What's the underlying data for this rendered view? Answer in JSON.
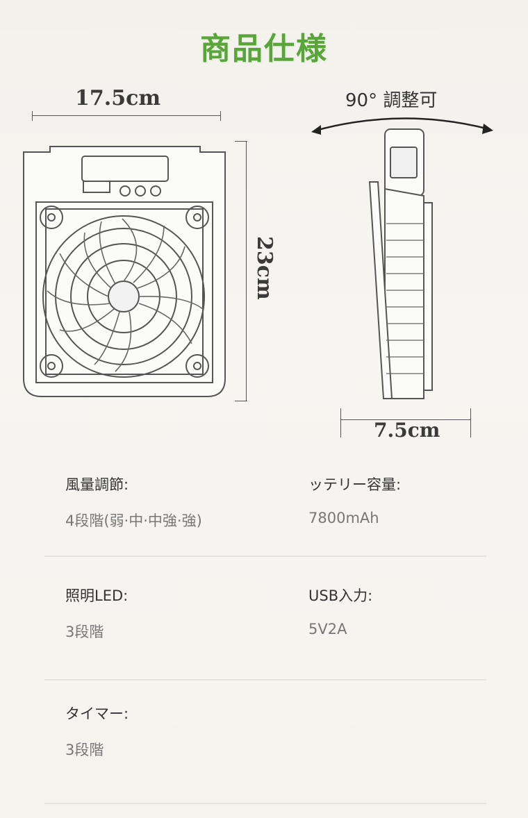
{
  "title": "商品仕様",
  "dimensions": {
    "width": "17.5cm",
    "height": "23cm",
    "depth": "7.5cm",
    "angle": "90°  調整可"
  },
  "specs": [
    {
      "label": "風量調節:",
      "value": "4段階(弱·中·中強·強)"
    },
    {
      "label": "ッテリー容量:",
      "value": "7800mAh"
    },
    {
      "label": "照明LED:",
      "value": "3段階"
    },
    {
      "label": "USB入力:",
      "value": "5V2A"
    },
    {
      "label": "タイマー:",
      "value": "3段階"
    }
  ],
  "icons": [
    "fan-front-drawing",
    "fan-side-drawing",
    "arrow-arc-icon"
  ]
}
